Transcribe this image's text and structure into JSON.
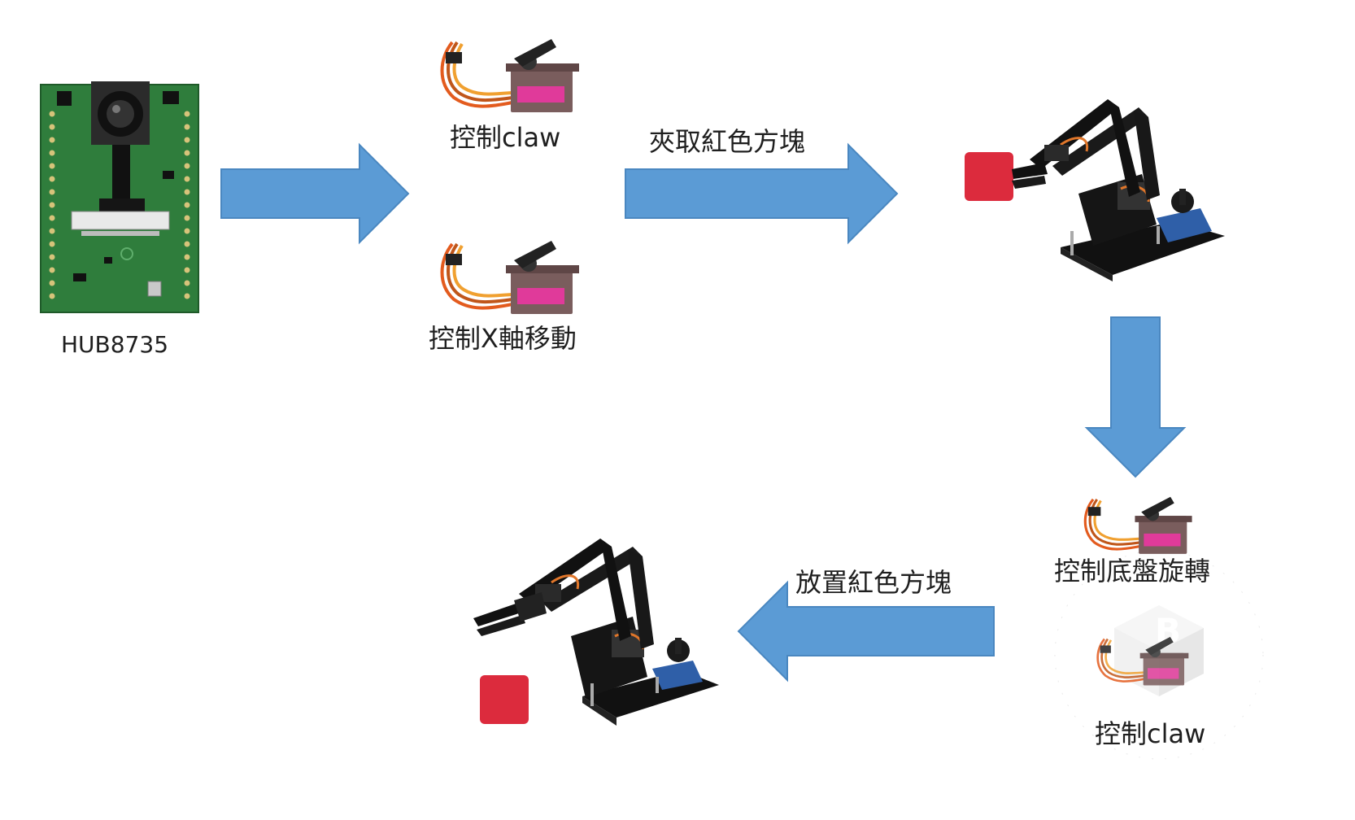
{
  "labels": {
    "board": "HUB8735",
    "servo_claw_top": "控制claw",
    "servo_x_axis": "控制X軸移動",
    "arrow_pick": "夾取紅色方塊",
    "servo_base": "控制底盤旋轉",
    "arrow_place": "放置紅色方塊",
    "servo_claw_bottom": "控制claw"
  },
  "colors": {
    "arrow": "#5b9bd5",
    "arrow_stroke": "#4a87c0",
    "red_block": "#dc2b3d",
    "pcb": "#2f7d3c"
  },
  "icons": {
    "board": "hub8735-board-icon",
    "servo": "servo-motor-icon",
    "robot_arm": "robot-arm-icon",
    "watermark": "hub-watermark-icon"
  },
  "watermark": {
    "ring_text": "HUB TOOL SERVICE HUB"
  }
}
